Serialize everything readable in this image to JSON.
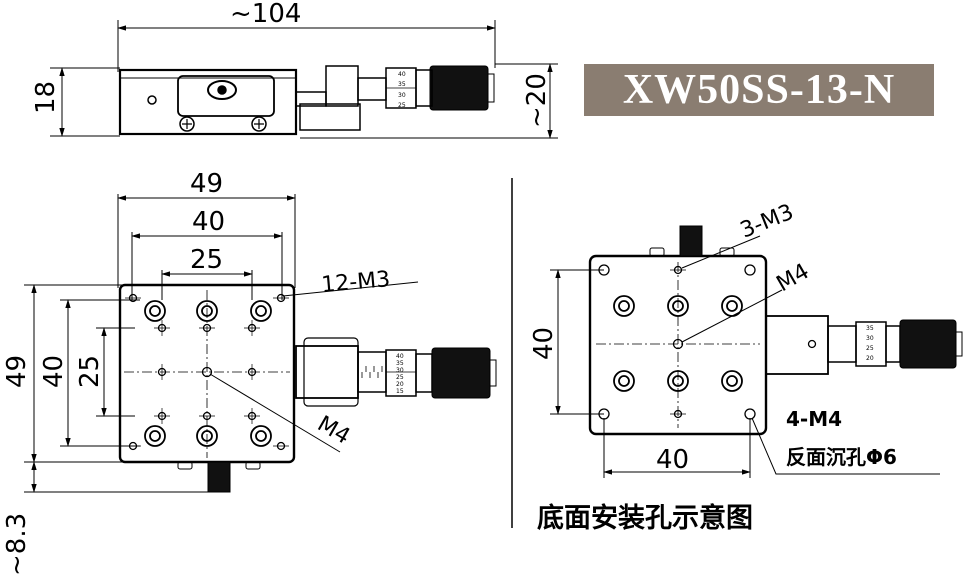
{
  "title": "XW50SS-13-N",
  "caption": "底面安装孔示意图",
  "side_view": {
    "width_label": "~104",
    "height_label": "18",
    "knob_height_label": "~20",
    "scale_ticks": [
      "40",
      "35",
      "30",
      "25"
    ]
  },
  "top_view": {
    "outer_width": "49",
    "mid_width": "40",
    "inner_width": "25",
    "outer_height": "49",
    "mid_height": "40",
    "inner_height": "25",
    "offset": "~8.3",
    "holes_label": "12-M3",
    "center_label": "M4",
    "scale_ticks": [
      "40",
      "35",
      "30",
      "25",
      "20",
      "15"
    ]
  },
  "bottom_view": {
    "height_label": "40",
    "width_label": "40",
    "holes_label": "3-M3",
    "center_label": "M4",
    "corner_label": "4-M4",
    "counterbore_label": "反面沉孔Φ6",
    "scale_ticks": [
      "35",
      "30",
      "25",
      "20"
    ]
  }
}
